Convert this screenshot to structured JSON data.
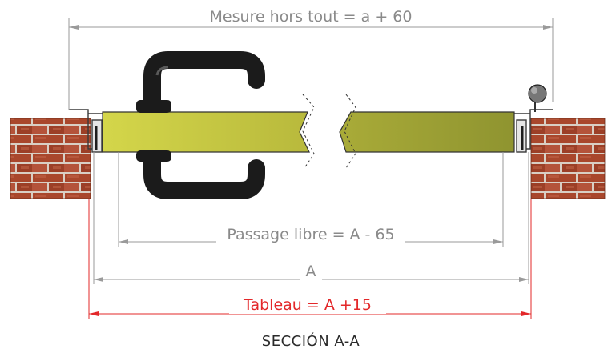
{
  "dimensions": {
    "overall": "Mesure hors tout = a + 60",
    "clear_passage": "Passage libre = A - 65",
    "opening": "A",
    "reveal": "Tableau = A +15"
  },
  "caption": "SECCIÓN A-A",
  "colors": {
    "dimension_line": "#9a9a9a",
    "reveal_dimension": "#e3282a",
    "panel": "#b9bd3f",
    "brick": "#a5492f",
    "handle": "#1b1b1b",
    "frame": "#d6d6d6"
  },
  "icons": {
    "handle": "pull-handle-icon",
    "hinge": "hinge-icon"
  }
}
